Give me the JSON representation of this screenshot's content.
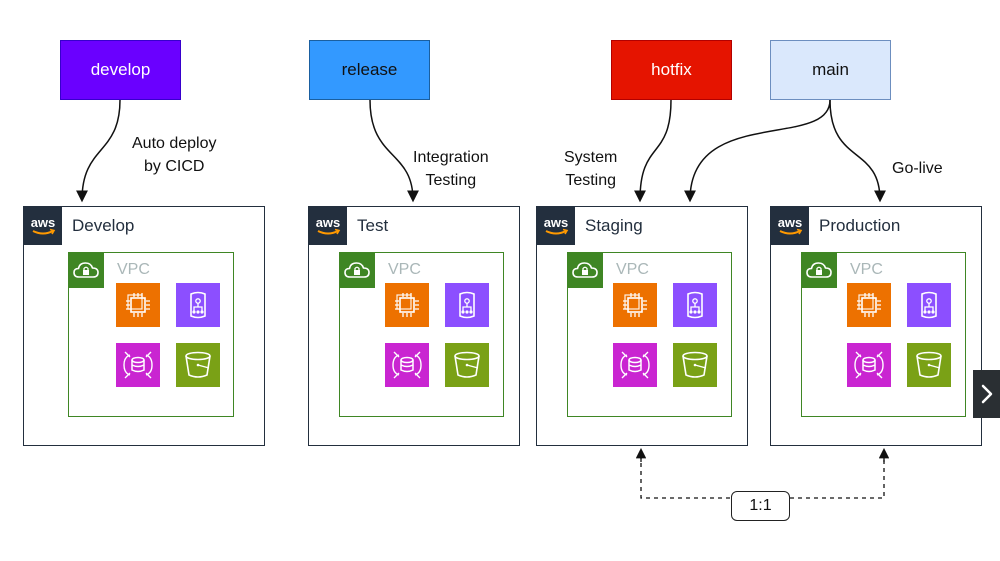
{
  "branches": {
    "develop": {
      "label": "develop",
      "fill": "#6a00ff",
      "stroke": "#3700cc",
      "text": "#ffffff"
    },
    "release": {
      "label": "release",
      "fill": "#3399ff",
      "stroke": "#1a5fa0",
      "text": "#111111"
    },
    "hotfix": {
      "label": "hotfix",
      "fill": "#e51400",
      "stroke": "#b20000",
      "text": "#ffffff"
    },
    "main": {
      "label": "main",
      "fill": "#dae8fc",
      "stroke": "#6c8ebf",
      "text": "#111111"
    }
  },
  "transitions": {
    "develop_to_develop": "Auto deploy\nby CICD",
    "release_to_test": "Integration\nTesting",
    "hotfix_to_staging": "System\nTesting",
    "main_to_production": "Go-live"
  },
  "environments": [
    {
      "name": "Develop",
      "vpc_label": "VPC"
    },
    {
      "name": "Test",
      "vpc_label": "VPC"
    },
    {
      "name": "Staging",
      "vpc_label": "VPC"
    },
    {
      "name": "Production",
      "vpc_label": "VPC"
    }
  ],
  "aws_logo_text": "aws",
  "services": [
    "ec2-icon",
    "load-balancer-icon",
    "rds-icon",
    "s3-bucket-icon"
  ],
  "parity_label": "1:1",
  "colors": {
    "aws_dark": "#232f3e",
    "vpc_green": "#3f8624",
    "ec2_orange": "#ed7100",
    "elb_purple": "#8c4fff",
    "rds_magenta": "#c925d1",
    "s3_green": "#7aa116"
  },
  "nav": {
    "next_icon": "chevron-right-icon"
  }
}
